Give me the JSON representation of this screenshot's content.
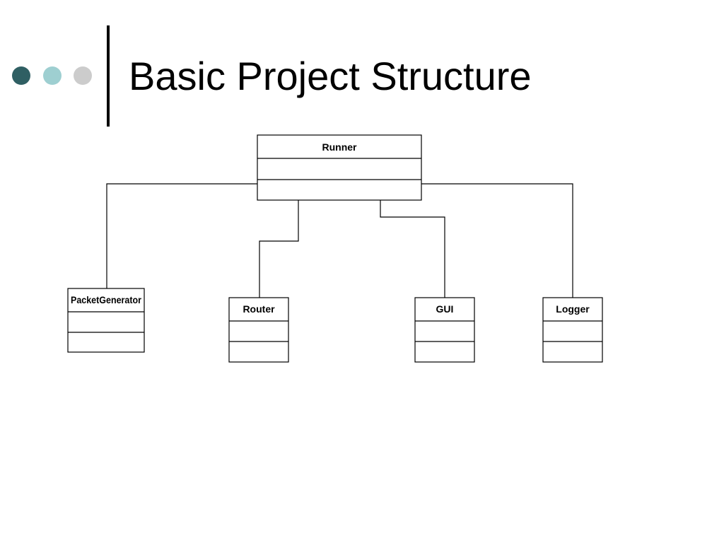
{
  "slide": {
    "title": "Basic Project Structure"
  },
  "colors": {
    "dot_1": "#2f5f63",
    "dot_2": "#9ecfd1",
    "dot_3": "#cccccc",
    "rule": "#000000",
    "line": "#000000"
  },
  "diagram": {
    "type": "uml-class-hierarchy",
    "root": {
      "name": "Runner"
    },
    "children": [
      {
        "name": "PacketGenerator"
      },
      {
        "name": "Router"
      },
      {
        "name": "GUI"
      },
      {
        "name": "Logger"
      }
    ]
  }
}
